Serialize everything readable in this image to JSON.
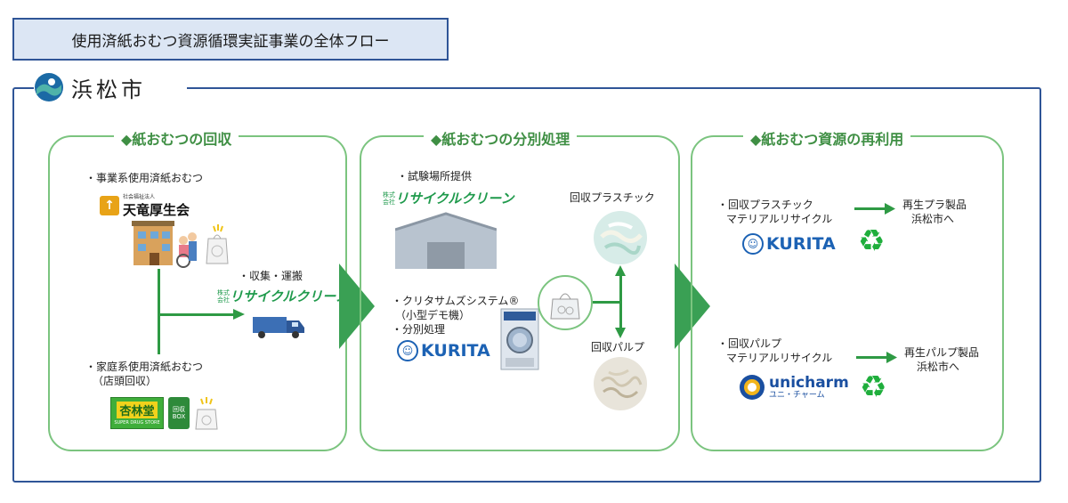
{
  "title": "使用済紙おむつ資源循環実証事業の全体フロー",
  "logo": {
    "text": "浜松市"
  },
  "panels": {
    "collection": {
      "title": "◆紙おむつの回収",
      "business_label": "・事業系使用済紙おむつ",
      "tenryu_small": "社会福祉法人",
      "tenryu_name": "天竜厚生会",
      "transport_label": "・収集・運搬",
      "recycle_clean": "リサイクルクリーン",
      "recycle_clean_prefix": "株式会社",
      "household_label_1": "・家庭系使用済紙おむつ",
      "household_label_2": "（店頭回収）",
      "kyorindo": "杏林堂",
      "kyorindo_sub": "SUPER DRUG STORE",
      "box_label_1": "回収",
      "box_label_2": "BOX"
    },
    "sorting": {
      "title": "◆紙おむつの分別処理",
      "site_label": "・試験場所提供",
      "recycle_clean": "リサイクルクリーン",
      "recycle_clean_prefix": "株式会社",
      "system_label_1": "・クリタサムズシステム®",
      "system_label_2": "（小型デモ機）",
      "system_label_3": "・分別処理",
      "kurita": "KURITA",
      "plastic_label": "回収プラスチック",
      "pulp_label": "回収パルプ"
    },
    "reuse": {
      "title": "◆紙おむつ資源の再利用",
      "plastic_recycle_1": "・回収プラスチック",
      "plastic_recycle_2": "マテリアルリサイクル",
      "kurita": "KURITA",
      "plastic_product_1": "再生プラ製品",
      "plastic_product_2": "浜松市へ",
      "pulp_recycle_1": "・回収パルプ",
      "pulp_recycle_2": "マテリアルリサイクル",
      "unicharm": "unicharm",
      "unicharm_kana": "ユニ・チャーム",
      "pulp_product_1": "再生パルプ製品",
      "pulp_product_2": "浜松市へ"
    }
  },
  "colors": {
    "border_blue": "#2f5597",
    "panel_green": "#7bc47f",
    "arrow_green": "#3aa054",
    "title_bg": "#dce6f4"
  },
  "icons": {
    "recycle": "recycle-icon",
    "kurita": "kurita-logo-icon"
  }
}
